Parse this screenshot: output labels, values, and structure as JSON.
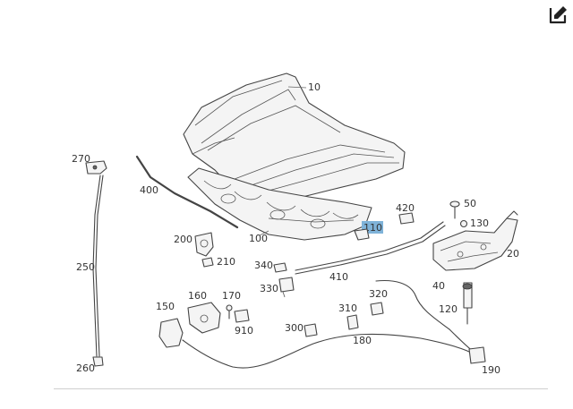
{
  "toolbar": {
    "edit_icon": "edit-icon"
  },
  "diagram": {
    "highlight_color": "#7fb3d9",
    "labels": {
      "p10": "10",
      "p20": "20",
      "p40": "40",
      "p50": "50",
      "p100": "100",
      "p110": "110",
      "p120": "120",
      "p130": "130",
      "p150": "150",
      "p160": "160",
      "p170": "170",
      "p180": "180",
      "p190": "190",
      "p200": "200",
      "p210": "210",
      "p250": "250",
      "p260": "260",
      "p270": "270",
      "p300": "300",
      "p310": "310",
      "p320": "320",
      "p330": "330",
      "p340": "340",
      "p400": "400",
      "p410": "410",
      "p420": "420",
      "p910": "910"
    }
  }
}
